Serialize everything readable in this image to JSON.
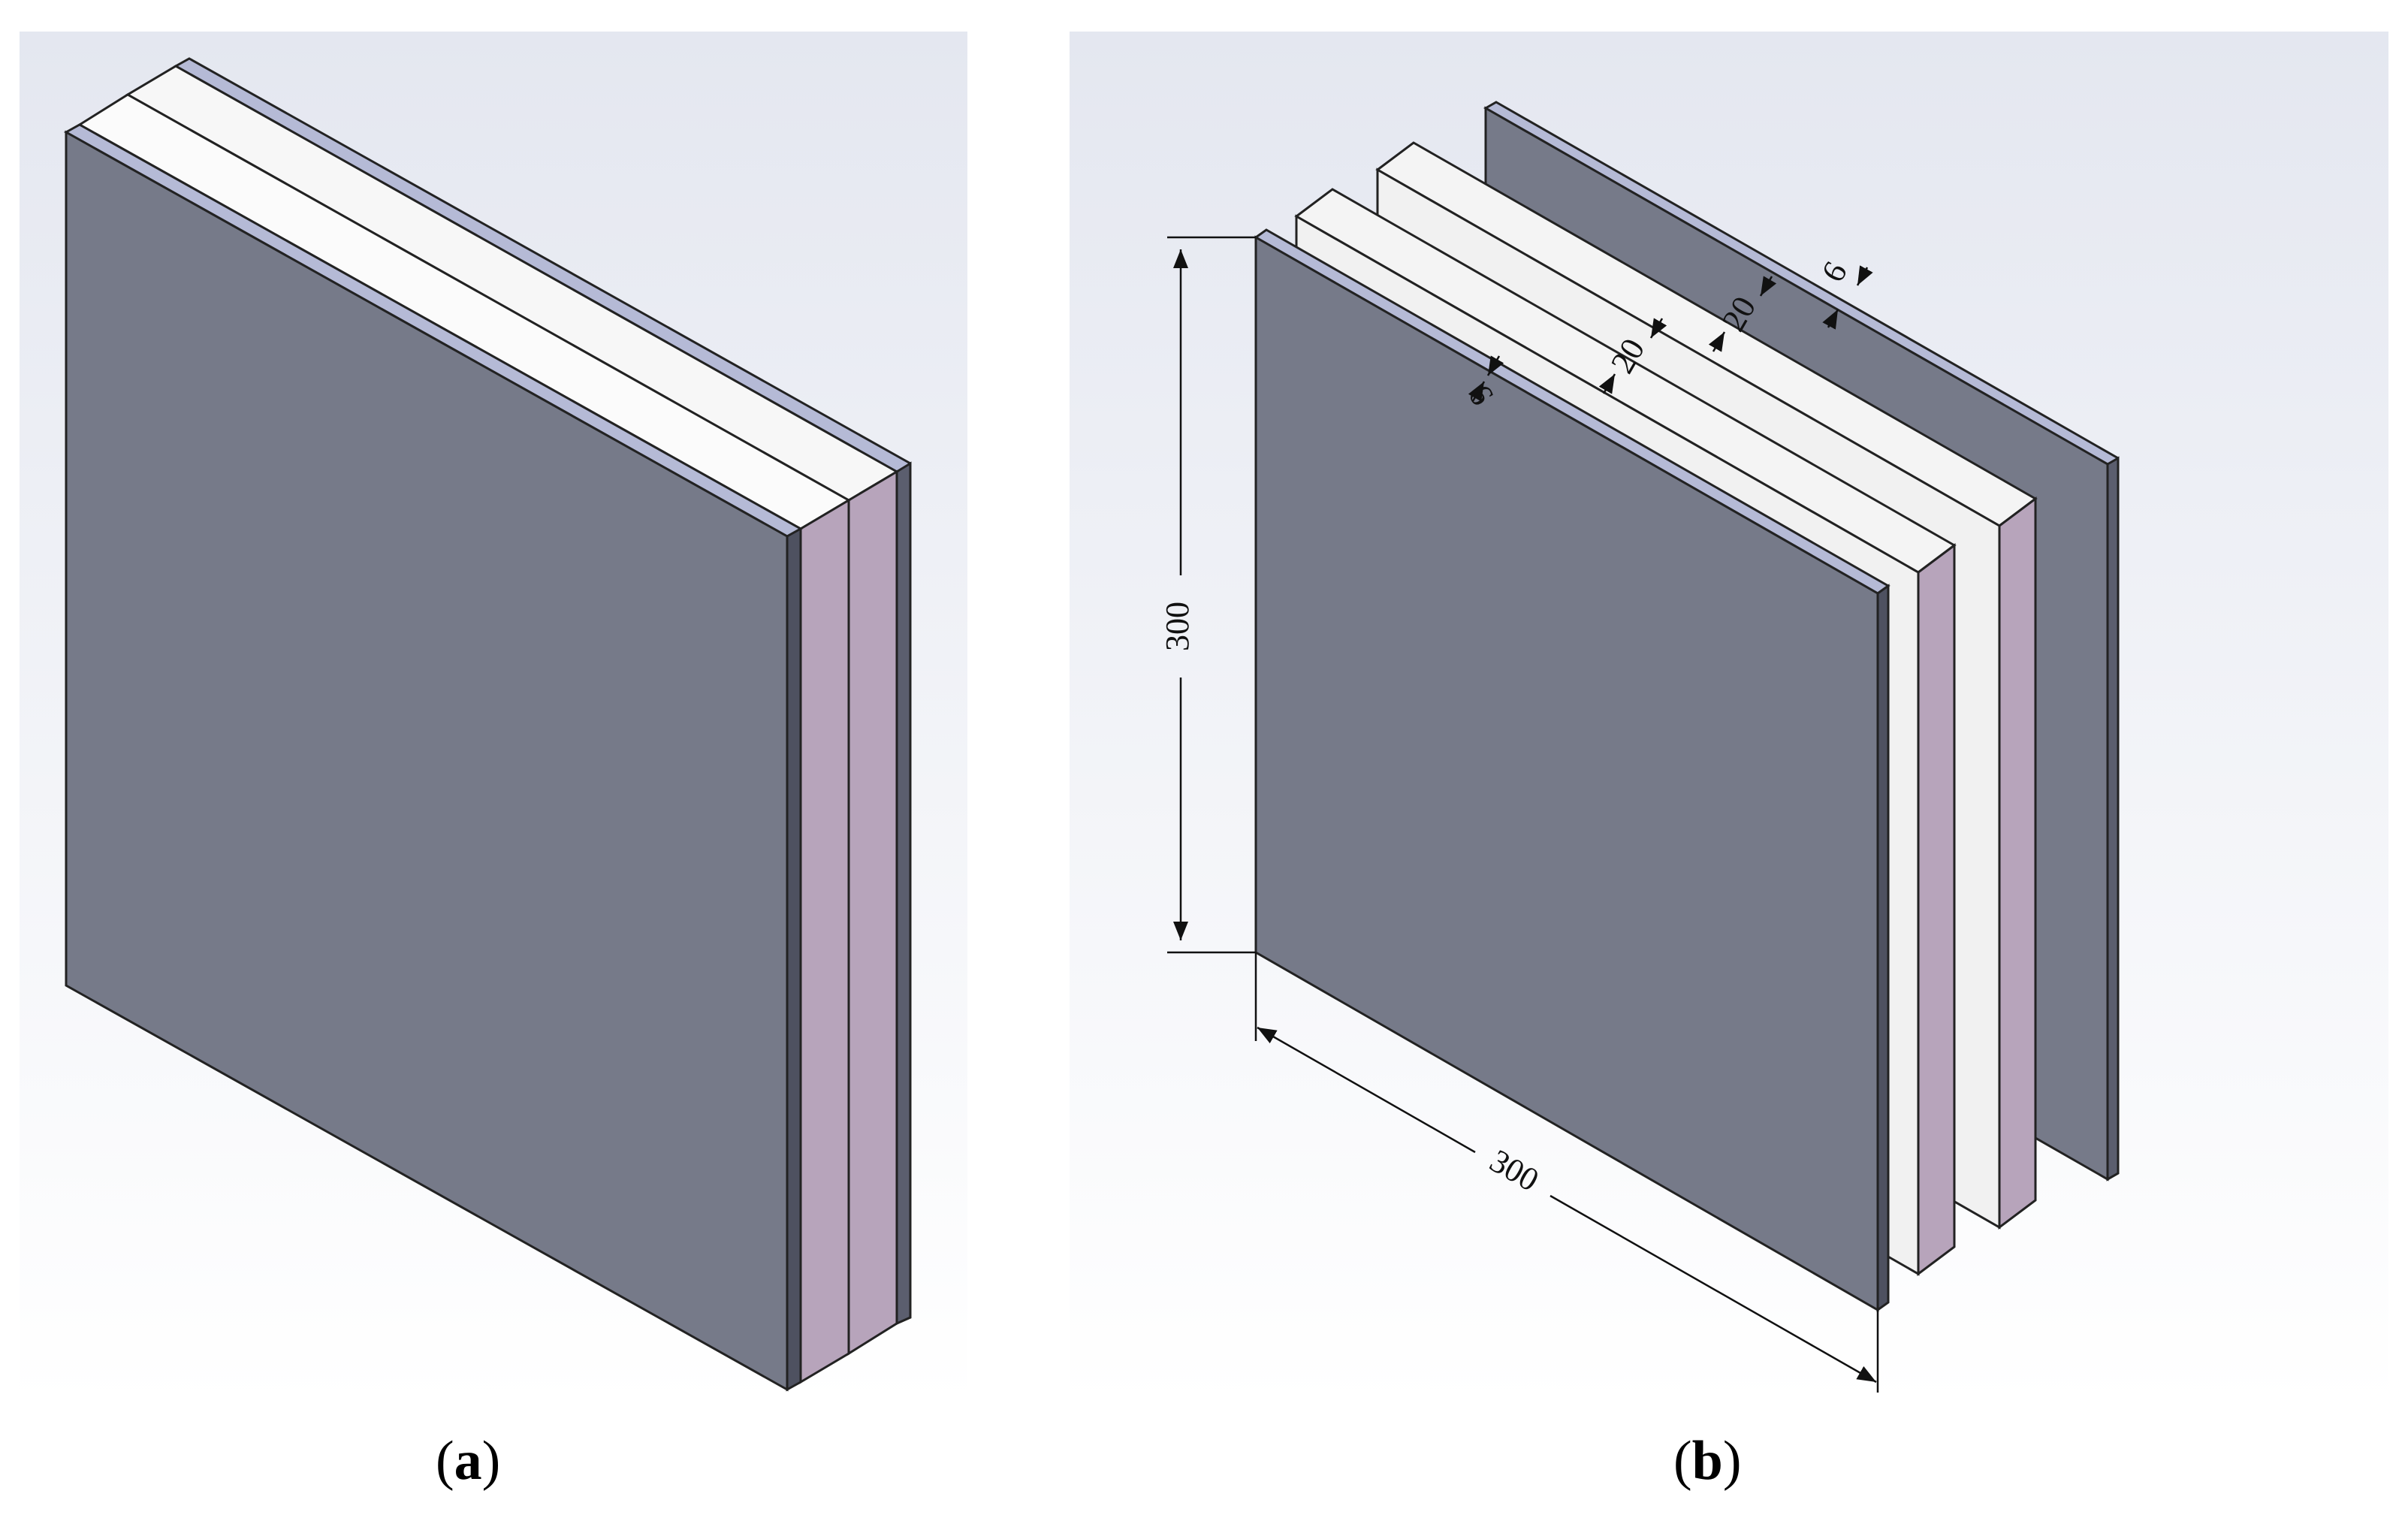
{
  "captions": {
    "a": "a",
    "b": "b"
  },
  "dimensions": {
    "height": "300",
    "width": "300",
    "front_plate": "6",
    "core_1": "20",
    "core_2": "20",
    "back_plate": "6"
  },
  "colors": {
    "plate_face": "#767a89",
    "plate_edge": "#b5bad6",
    "plate_side": "#5b5e6e",
    "core_face": "#f1f1f1",
    "core_side": "#b7a4bb",
    "background_top": "#dfe3ee",
    "background_bottom": "#ffffff"
  }
}
